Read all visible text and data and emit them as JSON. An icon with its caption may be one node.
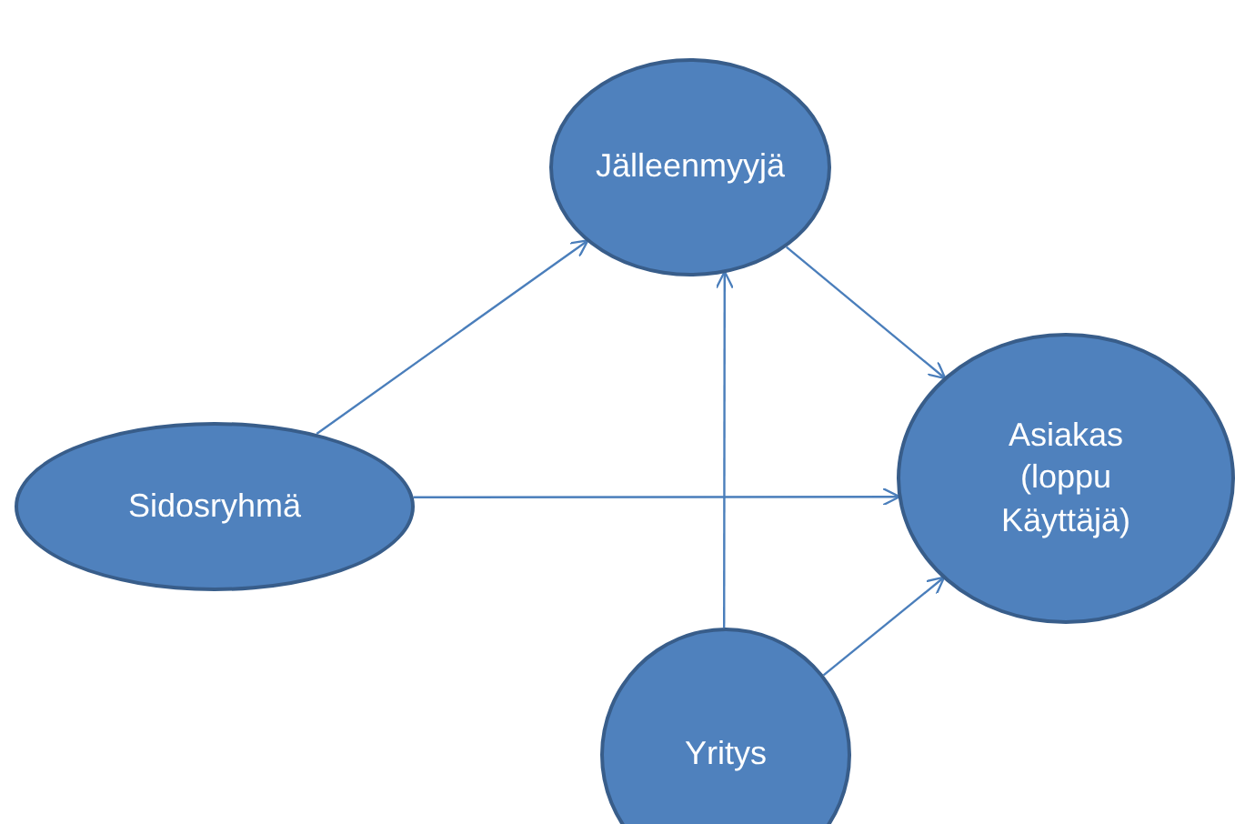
{
  "diagram": {
    "nodes": [
      {
        "text": [
          "Jälleenmyyjä"
        ]
      },
      {
        "text": [
          "Sidosryhmä"
        ]
      },
      {
        "text": [
          "Asiakas (loppu Käyttäjä)"
        ]
      },
      {
        "text": [
          "Yritys"
        ]
      }
    ],
    "edges": [
      {
        "from": 1,
        "to": 0,
        "arrow": "to"
      },
      {
        "from": 1,
        "to": 2,
        "arrow": "to"
      },
      {
        "from": 3,
        "to": 0,
        "arrow": "to"
      },
      {
        "from": 0,
        "to": 2,
        "arrow": "to"
      },
      {
        "from": 3,
        "to": 2,
        "arrow": "to"
      }
    ]
  }
}
